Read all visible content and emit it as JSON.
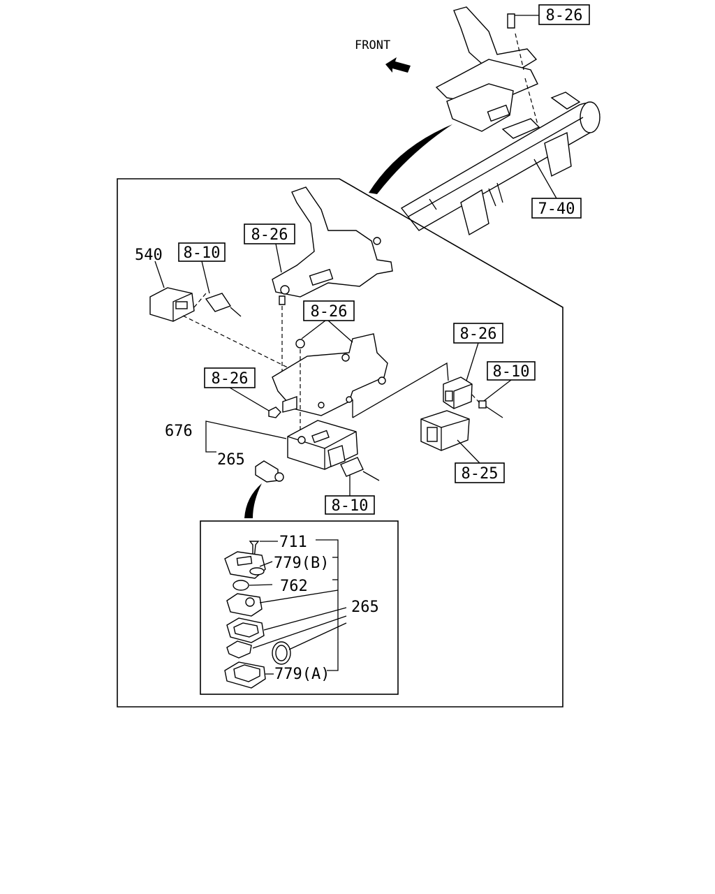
{
  "front_label": "FRONT",
  "refs": {
    "top_826": "8-26",
    "r740": "7-40",
    "bracket_826": "8-26",
    "left_810": "8-10",
    "mid_826": "8-26",
    "right_826": "8-26",
    "right_810": "8-10",
    "nut_826": "8-26",
    "r825": "8-25",
    "bottom_810": "8-10"
  },
  "parts": {
    "p540": "540",
    "p676": "676",
    "p265_key": "265",
    "p711": "711",
    "p779b": "779(B)",
    "p762": "762",
    "p265_kit": "265",
    "p779a": "779(A)"
  }
}
